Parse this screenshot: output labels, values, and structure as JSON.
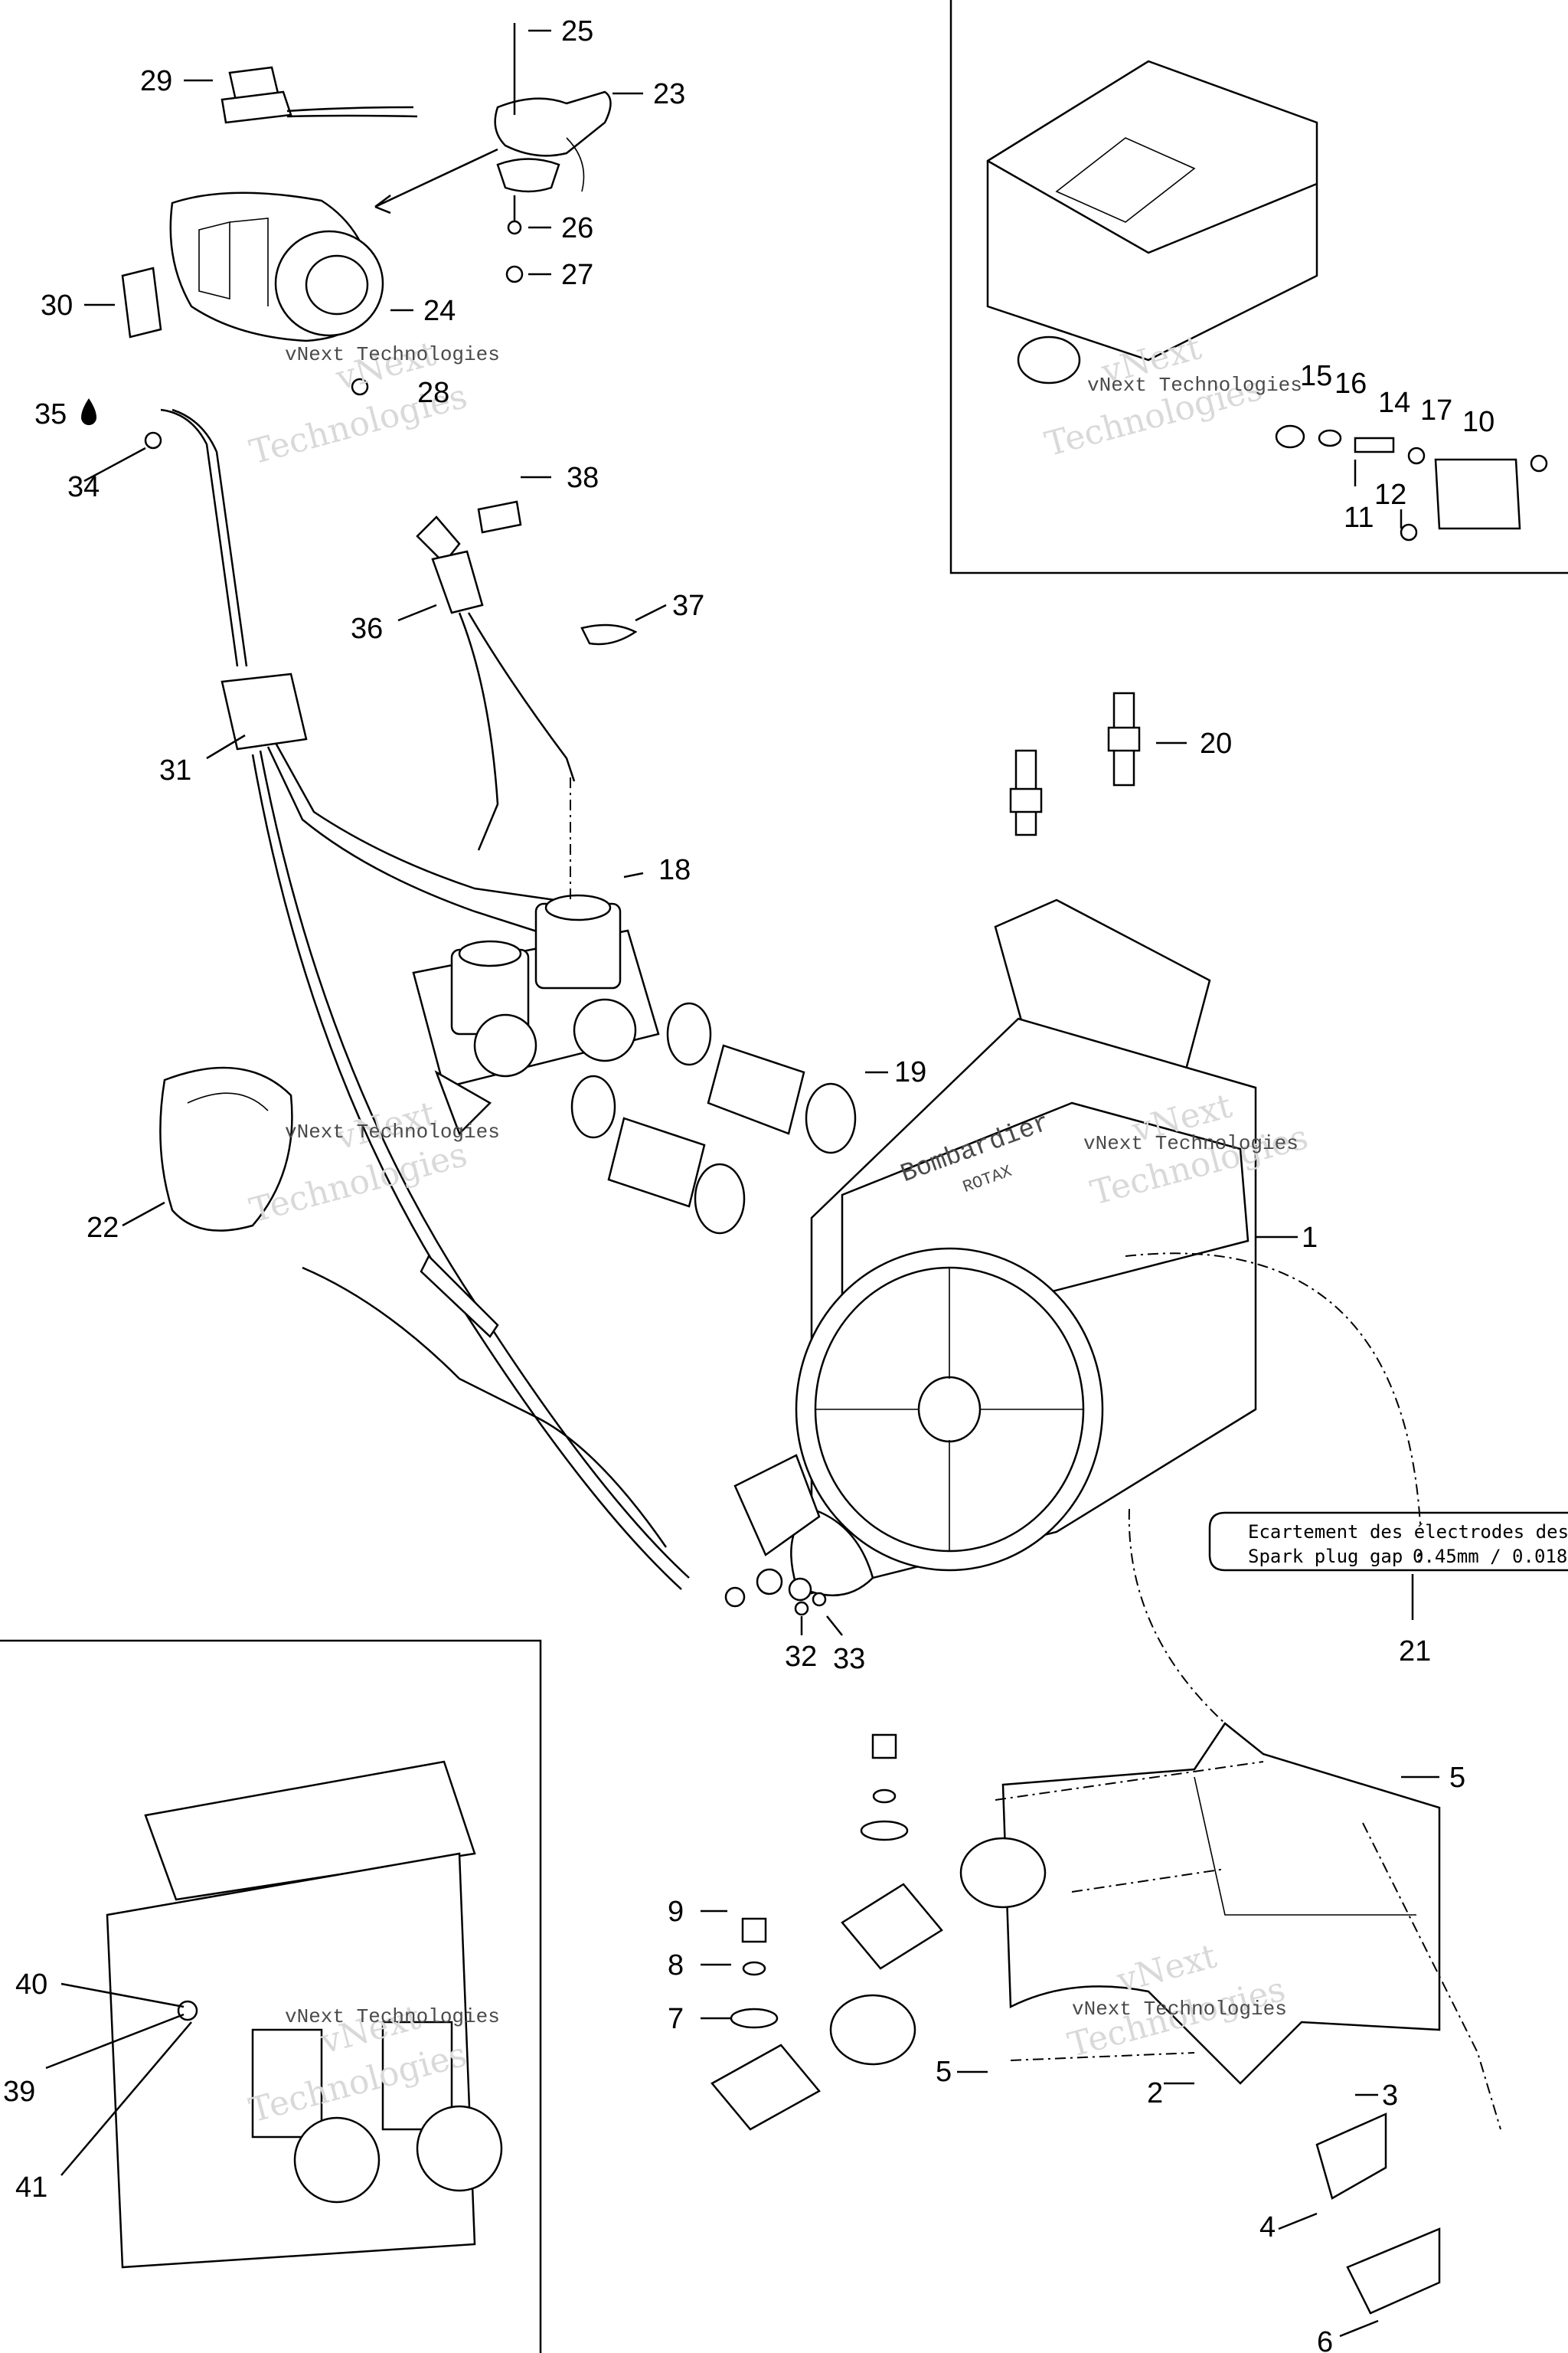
{
  "watermark": {
    "brand_text": "vNext Technologies",
    "line1": "vNext",
    "line2": "Technologies"
  },
  "spec_box": {
    "french": "Ecartement des électrodes des bougies",
    "english_label": "Spark plug gap :",
    "english_value": "0.45mm / 0.018\""
  },
  "brand_markings": {
    "airbox_logo": "Bombardier",
    "airbox_sub": "ROTAX"
  },
  "callouts": {
    "c1": "1",
    "c2": "2",
    "c3": "3",
    "c4": "4",
    "c5a": "5",
    "c5b": "5",
    "c6": "6",
    "c7": "7",
    "c8": "8",
    "c9": "9",
    "c10": "10",
    "c11": "11",
    "c12": "12",
    "c14": "14",
    "c15": "15",
    "c16": "16",
    "c17": "17",
    "c18": "18",
    "c19": "19",
    "c20": "20",
    "c21": "21",
    "c22": "22",
    "c23": "23",
    "c24": "24",
    "c25": "25",
    "c26": "26",
    "c27": "27",
    "c28": "28",
    "c29": "29",
    "c30": "30",
    "c31": "31",
    "c32": "32",
    "c33": "33",
    "c34": "34",
    "c35": "35",
    "c36": "36",
    "c37": "37",
    "c38": "38",
    "c39": "39",
    "c40": "40",
    "c41": "41"
  },
  "icons": {
    "oil_drop": "oil-drop-icon"
  }
}
